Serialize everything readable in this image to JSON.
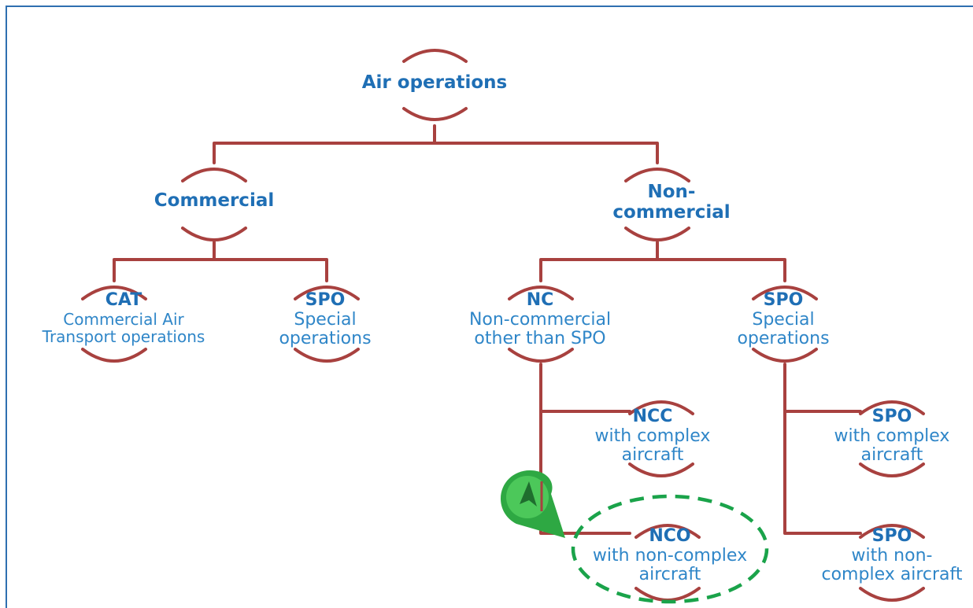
{
  "root": {
    "title": "Air operations"
  },
  "level1": {
    "commercial": {
      "title": "Commercial"
    },
    "noncommercial": {
      "title_l1": "Non-",
      "title_l2": "commercial"
    }
  },
  "level2": {
    "cat": {
      "title": "CAT",
      "line1": "Commercial Air",
      "line2": "Transport operations"
    },
    "spo_c": {
      "title": "SPO",
      "line1": "Special",
      "line2": "operations"
    },
    "nc": {
      "title": "NC",
      "line1": "Non-commercial",
      "line2": "other than SPO"
    },
    "spo_nc": {
      "title": "SPO",
      "line1": "Special",
      "line2": "operations"
    }
  },
  "level3": {
    "ncc": {
      "title": "NCC",
      "line1": "with complex",
      "line2": "aircraft"
    },
    "nco": {
      "title": "NCO",
      "line1": "with non-complex",
      "line2": "aircraft"
    },
    "spo_complex": {
      "title": "SPO",
      "line1": "with complex",
      "line2": "aircraft"
    },
    "spo_noncomplex": {
      "title": "SPO",
      "line1": "with non-",
      "line2": "complex aircraft"
    }
  },
  "colors": {
    "connector": "#a8413f",
    "title": "#1f6fb5",
    "text": "#2f86c8",
    "highlight": "#1aa34a",
    "frame": "#2f6fb0"
  },
  "highlight": {
    "target": "NCO",
    "marker_icon": "cursor-arrow-pin-icon"
  }
}
